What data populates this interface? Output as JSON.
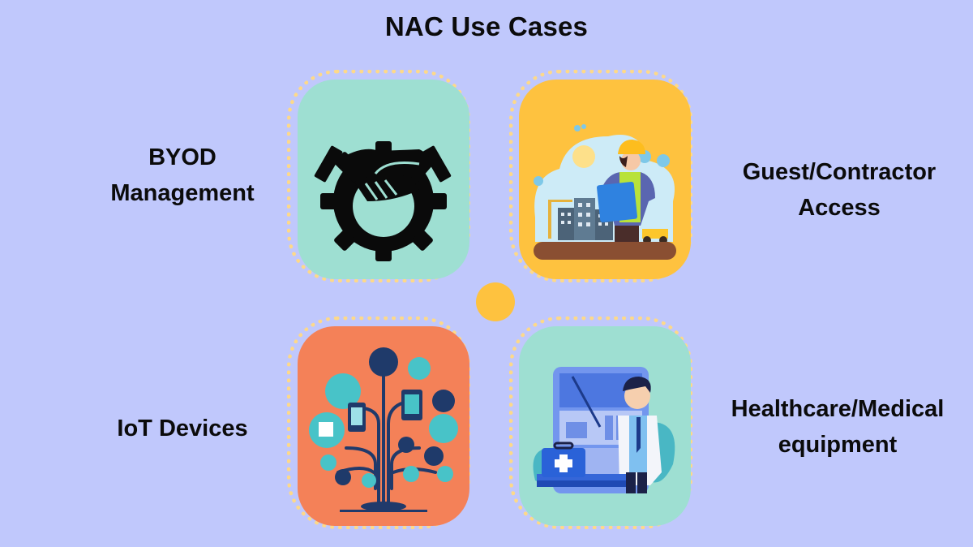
{
  "title": "NAC Use Cases",
  "colors": {
    "background": "#c0c8fc",
    "ring_dots": "#fdd98a",
    "center_dot": "#fec23f",
    "tile_byod": "#9edfd2",
    "tile_guest": "#fec23f",
    "tile_iot": "#f48158",
    "tile_medical": "#9edfd2"
  },
  "use_cases": [
    {
      "label_line1": "BYOD",
      "label_line2": "Management",
      "icon": "handshake-gear-icon",
      "position": "top-left"
    },
    {
      "label_line1": "Guest/Contractor",
      "label_line2": "Access",
      "icon": "construction-worker-icon",
      "position": "top-right"
    },
    {
      "label_line1": "IoT Devices",
      "label_line2": "",
      "icon": "device-tree-icon",
      "position": "bottom-left"
    },
    {
      "label_line1": "Healthcare/Medical",
      "label_line2": "equipment",
      "icon": "doctor-medical-cabinet-icon",
      "position": "bottom-right"
    }
  ]
}
